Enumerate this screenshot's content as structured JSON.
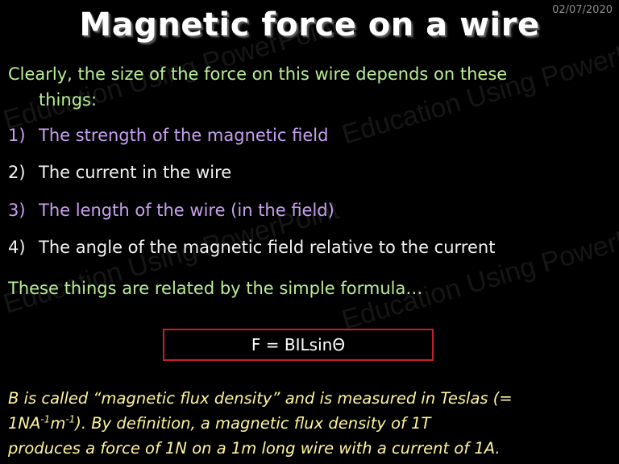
{
  "date": "02/07/2020",
  "title": "Magnetic force on a wire",
  "intro_line1": "Clearly, the size of the force on this wire depends on these",
  "intro_line2": "things:",
  "items": [
    {
      "num": "1)",
      "text": "The strength of the magnetic field"
    },
    {
      "num": "2)",
      "text": "The current in the wire"
    },
    {
      "num": "3)",
      "text": "The length of the wire (in the field)"
    },
    {
      "num": "4)",
      "text": "The angle of the magnetic field relative to the current"
    }
  ],
  "related": "These things are related by the simple formula…",
  "formula": "F = BILsinΘ",
  "definition": {
    "line1": "B is called “magnetic flux density” and is measured in Teslas (=",
    "line2_a": "1NA",
    "line2_sup1": "-1",
    "line2_b": "m",
    "line2_sup2": "-1",
    "line2_c": ").  By definition, a magnetic flux density of 1T",
    "line3": "produces a force of 1N on a 1m long wire with a current of 1A."
  },
  "watermark": "Education Using PowerPoint",
  "colors": {
    "background": "#000000",
    "green": "#b8ee94",
    "purple": "#c7a0ef",
    "yellow": "#fff59a",
    "formula_border": "#c8202a"
  }
}
